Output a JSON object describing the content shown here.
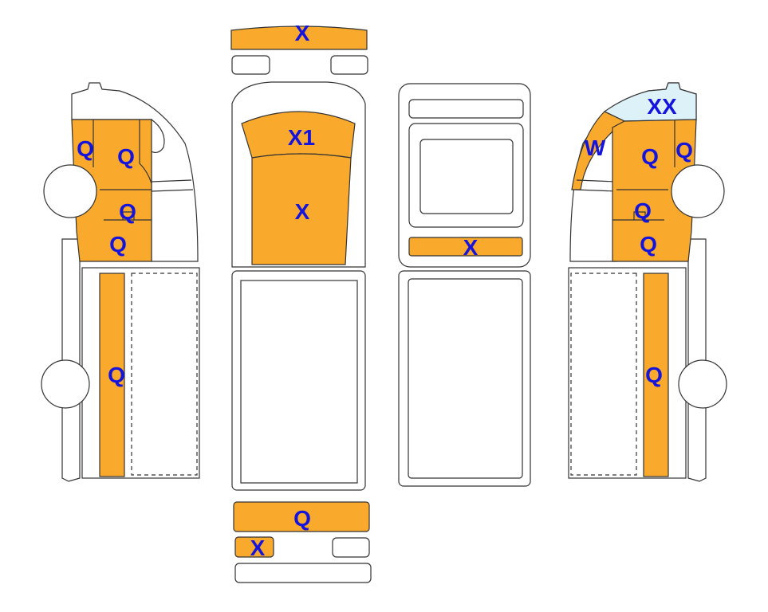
{
  "colors": {
    "damaged": "#F9A92B",
    "glass": "#DDF1F8",
    "label": "#1414DC"
  },
  "left_side": {
    "labels": [
      "Q",
      "Q",
      "Q",
      "Q",
      "Q"
    ]
  },
  "top_view": {
    "labels": {
      "front_bumper": "X",
      "hood": "X1",
      "roof": "X",
      "rear_bumper": "Q",
      "rear_step": "X"
    }
  },
  "rear_view": {
    "labels": {
      "rear_panel": "X"
    }
  },
  "right_side": {
    "labels": {
      "windshield": "XX",
      "pillar": "W",
      "door_upper": "Q",
      "fender": "Q",
      "door_lower": "Q",
      "sill": "Q",
      "body_strip": "Q"
    }
  }
}
